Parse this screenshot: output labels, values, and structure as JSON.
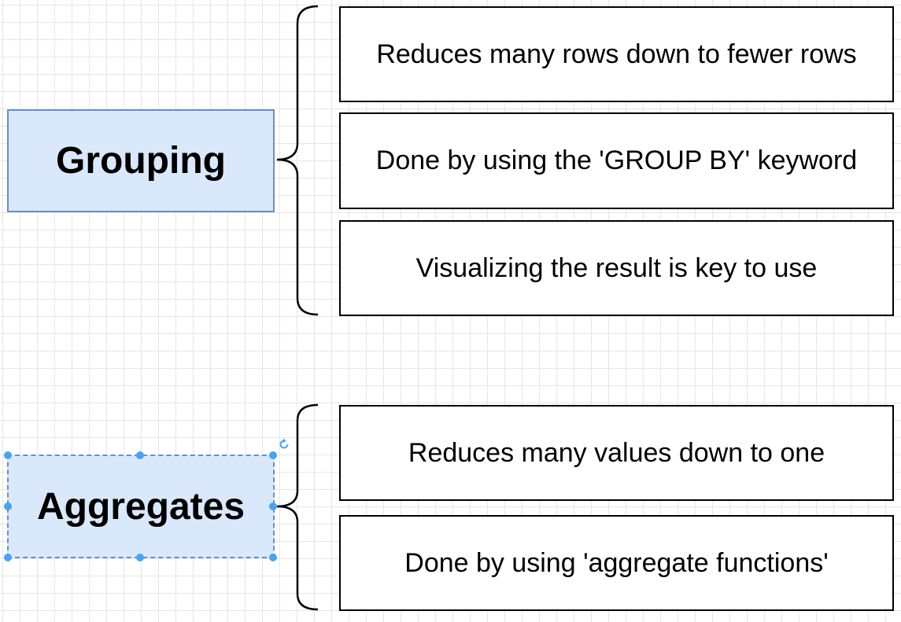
{
  "groups": [
    {
      "title": "Grouping",
      "items": [
        "Reduces many rows down to fewer rows",
        "Done by using the 'GROUP BY' keyword",
        "Visualizing the result is key to use"
      ]
    },
    {
      "title": "Aggregates",
      "items": [
        "Reduces many values down to one",
        "Done by using 'aggregate functions'"
      ]
    }
  ],
  "colors": {
    "box_fill": "#dae8fc",
    "box_border": "#6c8ebf",
    "selection_handle": "#4aa3f0"
  },
  "icons": [
    "rotate-icon"
  ]
}
